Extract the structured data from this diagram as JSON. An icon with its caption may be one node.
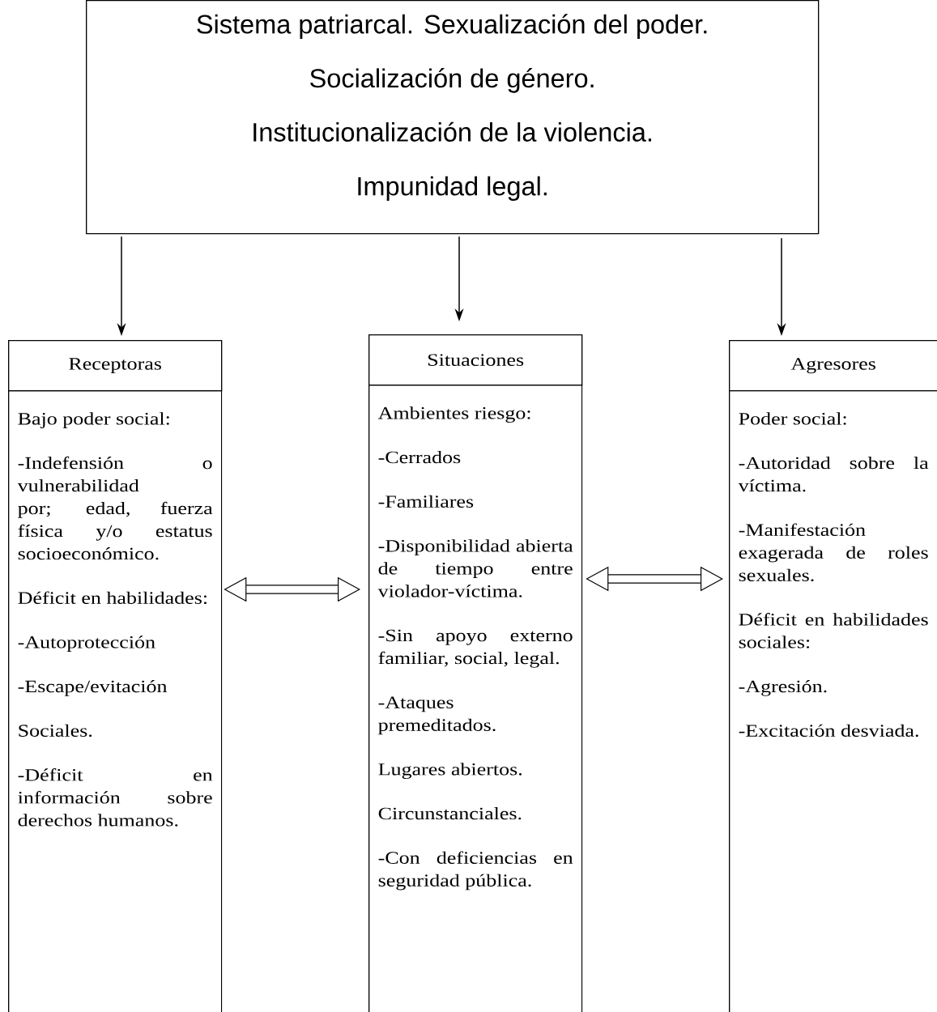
{
  "diagram": {
    "nodes": [
      {
        "text": [
          "Sistema patriarcal. Sexualización del poder.",
          "Socialización de género.",
          "Institucionalización de la violencia.",
          "Impunidad legal."
        ]
      },
      {
        "text": [
          "Receptoras"
        ]
      },
      {
        "text": [
          "Bajo poder social:",
          "-Indefensión o vulnerabilidad por; edad, fuerza física y/o estatus socioeconómico.",
          "Déficit en habilidades:",
          "-Autoprotección",
          "-Escape/evitación",
          "Sociales.",
          "-Déficit en información sobre derechos humanos."
        ]
      },
      {
        "text": [
          "Situaciones"
        ]
      },
      {
        "text": [
          "Ambientes riesgo:",
          "-Cerrados",
          "-Familiares",
          "-Disponibilidad abierta de tiempo entre violador-víctima.",
          "-Sin apoyo externo familiar, social, legal.",
          "-Ataques premeditados.",
          "Lugares abiertos.",
          "Circunstanciales.",
          "-Con deficiencias en seguridad pública."
        ]
      },
      {
        "text": [
          "Agresores"
        ]
      },
      {
        "text": [
          "Poder social:",
          "-Autoridad sobre la víctima.",
          "-Manifestación exagerada de roles sexuales.",
          "Déficit en habilidades sociales:",
          "-Agresión.",
          "-Excitación desviada."
        ]
      }
    ],
    "edges": [
      {
        "from": 0,
        "to": 1,
        "arrow": "to"
      },
      {
        "from": 0,
        "to": 3,
        "arrow": "to"
      },
      {
        "from": 0,
        "to": 5,
        "arrow": "to"
      },
      {
        "from": 2,
        "to": 4,
        "arrow": "both",
        "style": "thick"
      },
      {
        "from": 4,
        "to": 6,
        "arrow": "both",
        "style": "thick"
      }
    ]
  }
}
